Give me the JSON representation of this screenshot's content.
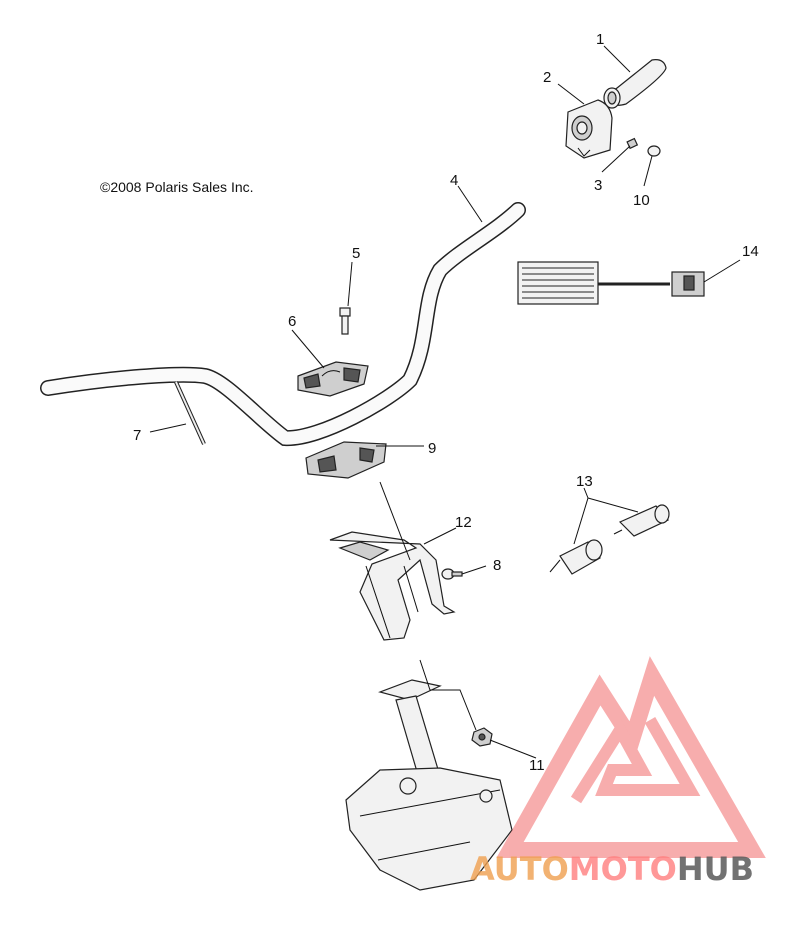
{
  "diagram": {
    "copyright": "©2008 Polaris Sales Inc.",
    "callouts": [
      "1",
      "2",
      "3",
      "4",
      "5",
      "6",
      "7",
      "8",
      "9",
      "10",
      "11",
      "12",
      "13",
      "14"
    ]
  },
  "watermark": {
    "part1": "AUTO",
    "part2": "MOTO",
    "part3": "HUB",
    "colors": {
      "auto": "#f0a050",
      "moto": "#ff7f7f",
      "hub": "#5a5a5a",
      "logo": "#f26b6b"
    }
  }
}
